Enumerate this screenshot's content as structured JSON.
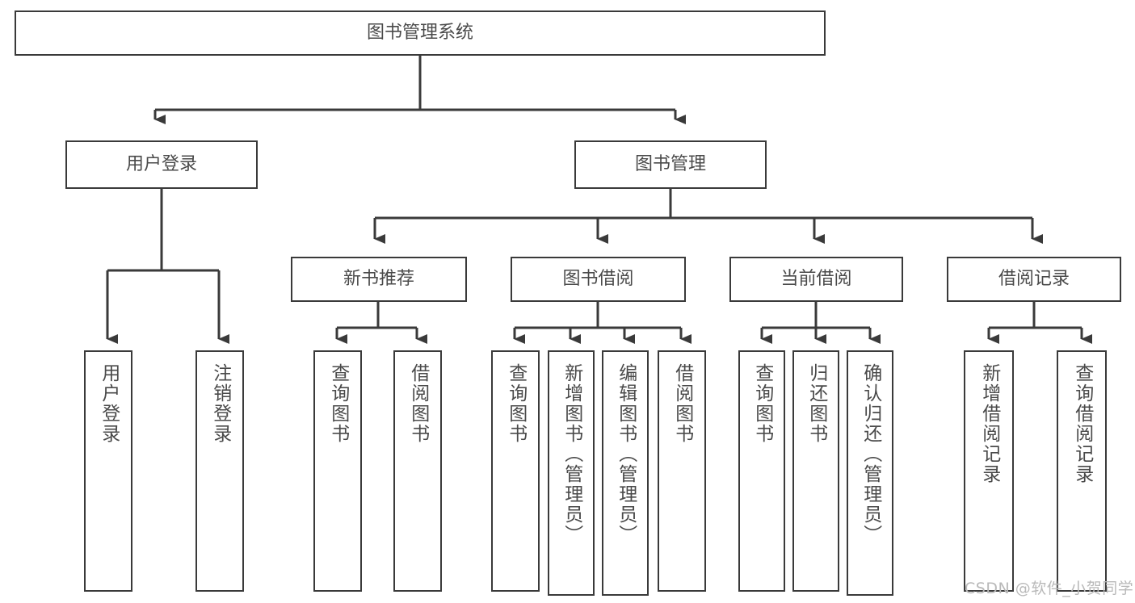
{
  "diagram": {
    "type": "tree-hierarchy",
    "title": "图书管理系统",
    "root": {
      "label": "图书管理系统"
    },
    "level1": [
      {
        "label": "用户登录"
      },
      {
        "label": "图书管理"
      }
    ],
    "level2": [
      {
        "label": "新书推荐"
      },
      {
        "label": "图书借阅"
      },
      {
        "label": "当前借阅"
      },
      {
        "label": "借阅记录"
      }
    ],
    "leaves": {
      "user_login": [
        {
          "label": "用户登录"
        },
        {
          "label": "注销登录"
        }
      ],
      "new_book": [
        {
          "label": "查询图书"
        },
        {
          "label": "借阅图书"
        }
      ],
      "book_borrow": [
        {
          "label": "查询图书"
        },
        {
          "label": "新增图书（管理员）"
        },
        {
          "label": "编辑图书（管理员）"
        },
        {
          "label": "借阅图书"
        }
      ],
      "current_borrow": [
        {
          "label": "查询图书"
        },
        {
          "label": "归还图书"
        },
        {
          "label": "确认归还（管理员）"
        }
      ],
      "borrow_record": [
        {
          "label": "新增借阅记录"
        },
        {
          "label": "查询借阅记录"
        }
      ]
    }
  },
  "watermark": {
    "text": "CSDN @软件_小贺同学"
  },
  "colors": {
    "border": "#3a3a3a",
    "text": "#4a4a4a",
    "background": "#ffffff",
    "watermark": "#b9b9b9"
  }
}
